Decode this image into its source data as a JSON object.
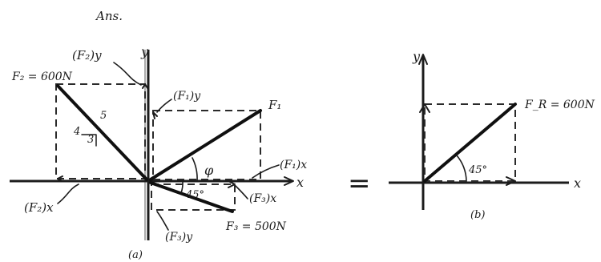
{
  "header": {
    "ans": "Ans."
  },
  "diagram_a": {
    "axis_y": "y",
    "axis_x": "x",
    "f2_label": "F₂ = 600N",
    "f2y_label": "(F₂)y",
    "f2x_label": "(F₂)x",
    "f1_label": "F₁",
    "f1y_label": "(F₁)y",
    "f1x_label": "(F₁)x",
    "phi": "φ",
    "slope_4": "4",
    "slope_3": "3",
    "slope_5": "5",
    "angle_45": "45°",
    "f3_label": "F₃ = 500N",
    "f3x_label": "(F₃)x",
    "f3y_label": "(F₃)y",
    "caption": "(a)"
  },
  "equals": "=",
  "diagram_b": {
    "axis_y": "y",
    "axis_x": "x",
    "fr_label": "F_R = 600N",
    "angle_45": "45°",
    "caption": "(b)"
  }
}
